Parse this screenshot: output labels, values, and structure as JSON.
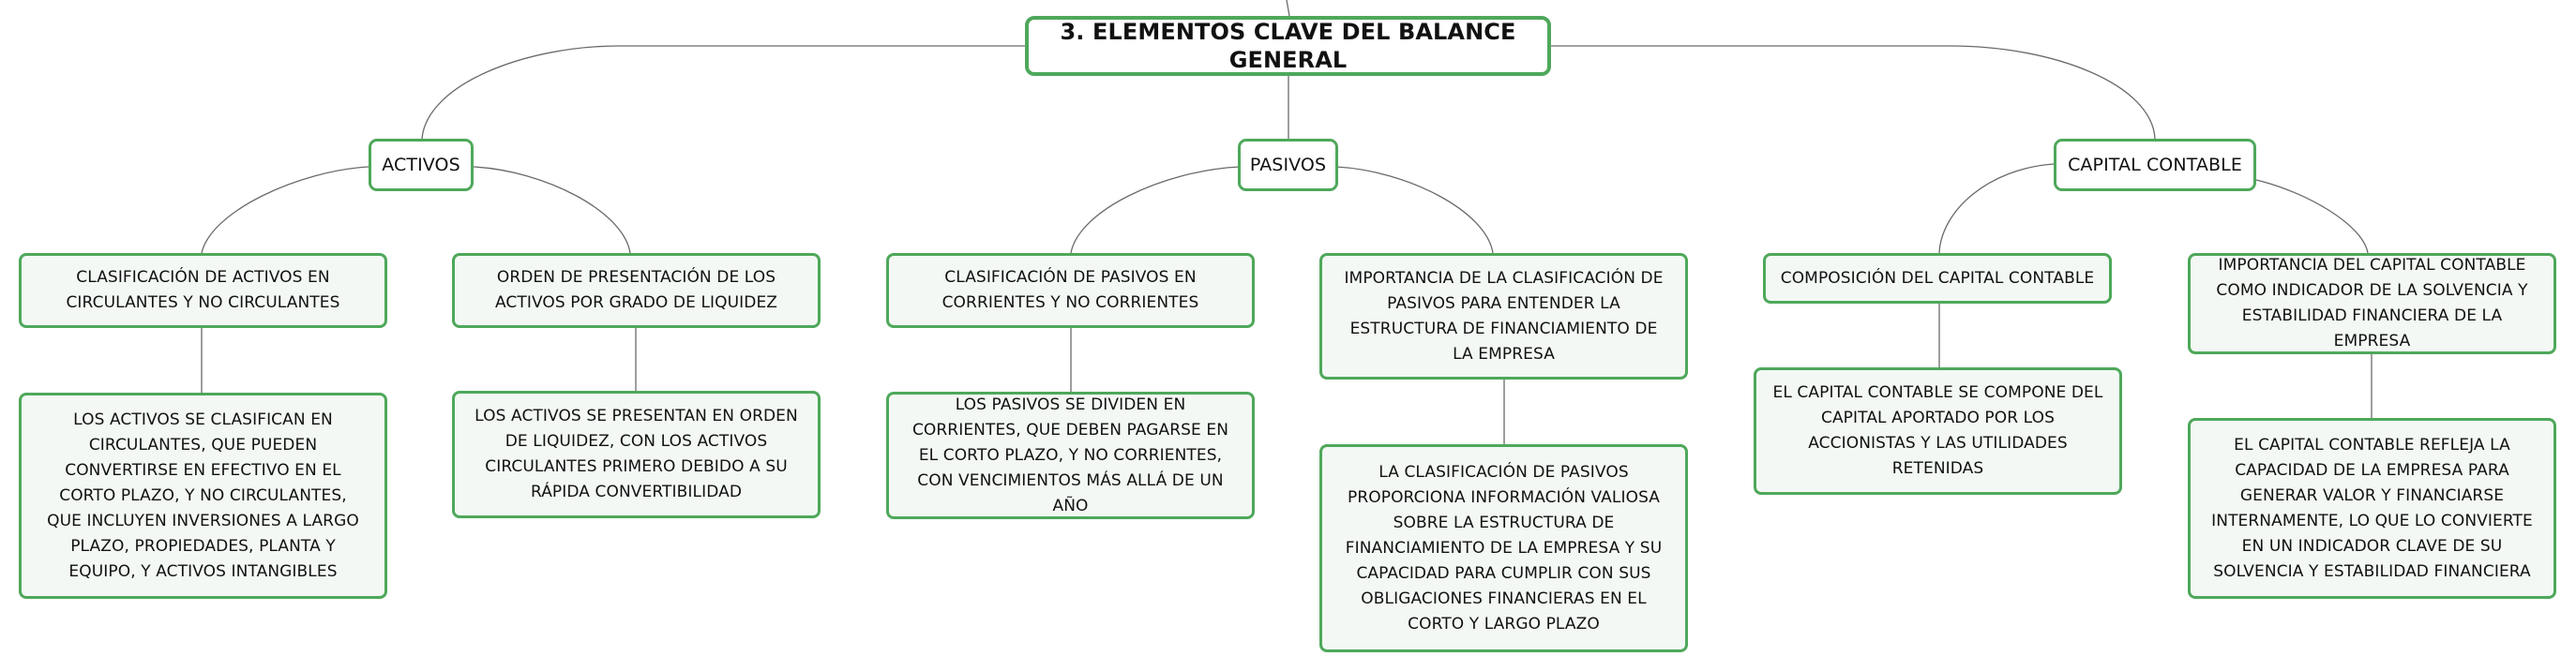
{
  "root": {
    "label": "3. ELEMENTOS CLAVE DEL BALANCE GENERAL"
  },
  "branches": [
    {
      "label": "ACTIVOS",
      "topics": [
        {
          "label": "CLASIFICACIÓN DE ACTIVOS EN CIRCULANTES Y NO CIRCULANTES",
          "detail": "LOS ACTIVOS SE CLASIFICAN EN CIRCULANTES, QUE PUEDEN CONVERTIRSE EN EFECTIVO EN EL CORTO PLAZO, Y NO CIRCULANTES, QUE INCLUYEN INVERSIONES A LARGO PLAZO, PROPIEDADES, PLANTA Y EQUIPO, Y ACTIVOS INTANGIBLES"
        },
        {
          "label": "ORDEN DE PRESENTACIÓN DE LOS ACTIVOS POR GRADO DE LIQUIDEZ",
          "detail": "LOS ACTIVOS SE PRESENTAN EN ORDEN DE LIQUIDEZ, CON LOS ACTIVOS CIRCULANTES PRIMERO DEBIDO A SU RÁPIDA CONVERTIBILIDAD"
        }
      ]
    },
    {
      "label": "PASIVOS",
      "topics": [
        {
          "label": "CLASIFICACIÓN DE PASIVOS EN CORRIENTES Y NO CORRIENTES",
          "detail": "LOS PASIVOS SE DIVIDEN EN CORRIENTES, QUE DEBEN PAGARSE EN EL CORTO PLAZO, Y NO CORRIENTES, CON VENCIMIENTOS MÁS ALLÁ DE UN AÑO"
        },
        {
          "label": "IMPORTANCIA DE LA CLASIFICACIÓN DE PASIVOS PARA ENTENDER LA ESTRUCTURA DE FINANCIAMIENTO DE LA EMPRESA",
          "detail": "LA CLASIFICACIÓN DE PASIVOS PROPORCIONA INFORMACIÓN VALIOSA SOBRE LA ESTRUCTURA DE FINANCIAMIENTO DE LA EMPRESA Y SU CAPACIDAD PARA CUMPLIR CON SUS OBLIGACIONES FINANCIERAS EN EL CORTO Y LARGO PLAZO"
        }
      ]
    },
    {
      "label": "CAPITAL CONTABLE",
      "topics": [
        {
          "label": "COMPOSICIÓN DEL CAPITAL CONTABLE",
          "detail": "EL CAPITAL CONTABLE SE COMPONE DEL CAPITAL APORTADO POR LOS ACCIONISTAS Y LAS UTILIDADES RETENIDAS"
        },
        {
          "label": "IMPORTANCIA DEL CAPITAL CONTABLE COMO INDICADOR DE LA SOLVENCIA Y ESTABILIDAD FINANCIERA DE LA EMPRESA",
          "detail": "EL CAPITAL CONTABLE REFLEJA LA CAPACIDAD DE LA EMPRESA PARA GENERAR VALOR Y FINANCIARSE INTERNAMENTE, LO QUE LO CONVIERTE EN UN INDICADOR CLAVE DE SU SOLVENCIA Y ESTABILIDAD FINANCIERA"
        }
      ]
    }
  ]
}
